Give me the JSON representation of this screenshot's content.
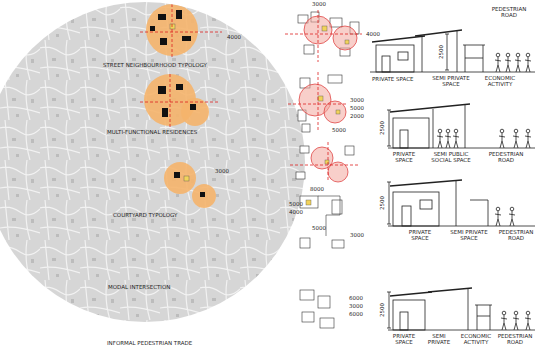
{
  "diagram": {
    "labels": [
      "4000",
      "STREET NEIGHBOURHOOD TYPOLOGY",
      "MULTI-FUNCTIONAL RESIDENCES",
      "3000",
      "COURTYARD TYPOLOGY",
      "MODAL INTERSECTION",
      "INFORMAL PEDESTRIAN TRADE",
      "3000",
      "4000",
      "3000",
      "5000",
      "2000",
      "5000",
      "5000",
      "4000",
      "8000",
      "5000",
      "3000",
      "6000",
      "3000",
      "6000",
      "PEDESTRIAN ROAD",
      "2500",
      "PRIVATE SPACE",
      "SEMI PRIVATE SPACE",
      "ECONOMIC ACTIVITY",
      "2500",
      "PRIVATE SPACE",
      "SEMI PUBLIC SOCIAL SPACE",
      "PEDESTRIAN ROAD",
      "2500",
      "PRIVATE SPACE",
      "SEMI PRIVATE SPACE",
      "PEDESTRIAN ROAD",
      "2500",
      "PRIVATE SPACE",
      "SEMI PRIVATE",
      "ECONOMIC ACTIVITY",
      "PEDESTRIAN ROAD"
    ]
  }
}
